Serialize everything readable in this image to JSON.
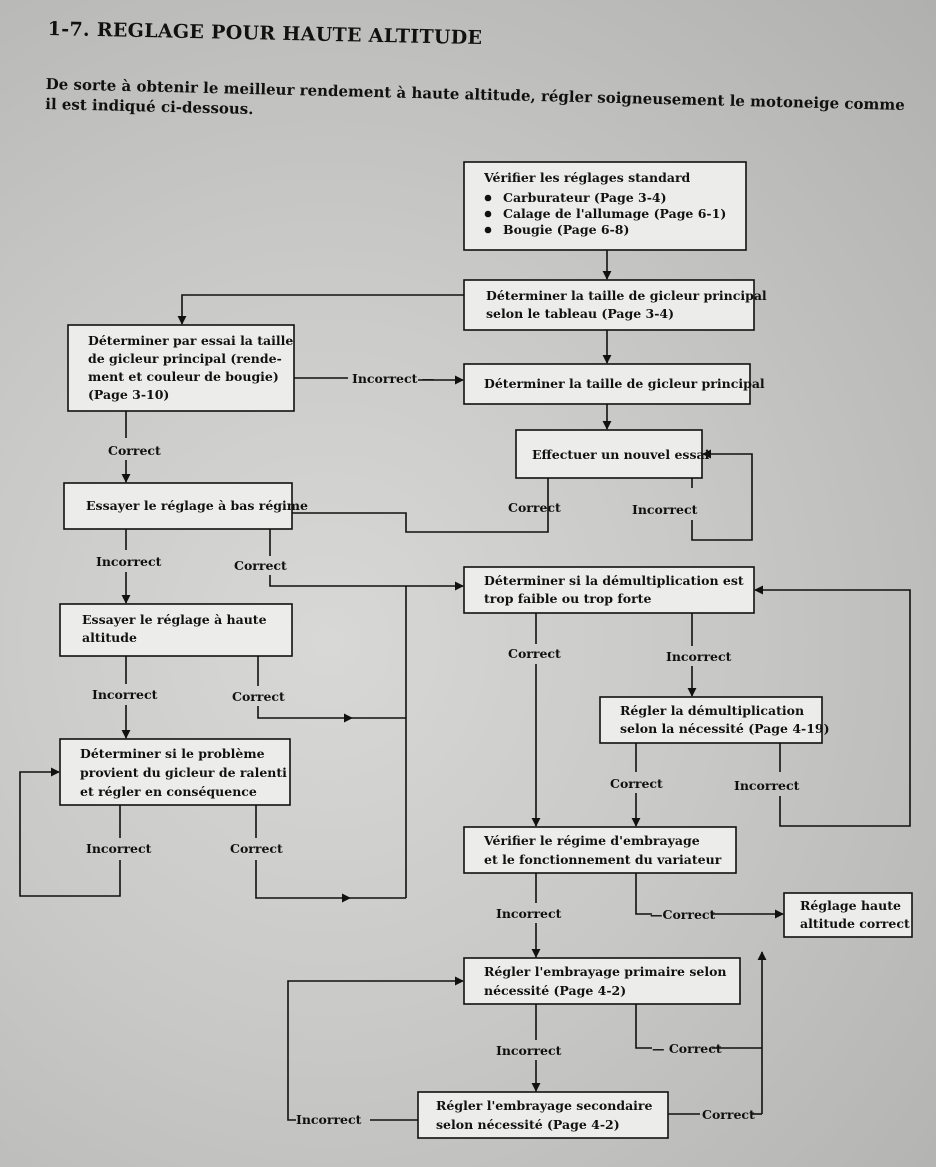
{
  "header": {
    "title": "1-7. REGLAGE POUR HAUTE ALTITUDE",
    "intro": "De sorte à obtenir le meilleur rendement à haute altitude, régler soigneusement le motoneige comme il est indiqué ci-dessous."
  },
  "nodes": {
    "verifier": {
      "heading": "Vérifier les réglages standard",
      "items": [
        "Carburateur (Page 3-4)",
        "Calage de l'allumage (Page 6-1)",
        "Bougie (Page 6-8)"
      ]
    },
    "tableau": [
      "Déterminer la taille de gicleur principal",
      "selon le tableau (Page 3-4)"
    ],
    "essai_taille": [
      "Déterminer par essai la taille",
      "de gicleur principal (rende-",
      "ment et couleur de bougie)",
      "(Page 3-10)"
    ],
    "taille": [
      "Déterminer la taille de gicleur principal"
    ],
    "nouvel_essai": [
      "Effectuer un nouvel essai"
    ],
    "bas_regime": [
      "Essayer le réglage à bas régime"
    ],
    "demultiplication": [
      "Déterminer si la démultiplication est",
      "trop faible ou trop forte"
    ],
    "haute_altitude": [
      "Essayer le réglage à haute",
      "altitude"
    ],
    "regler_demul": [
      "Régler la démultiplication",
      "selon la nécessité (Page 4-19)"
    ],
    "ralenti": [
      "Déterminer si le problème",
      "provient du gicleur de ralenti",
      "et régler en conséquence"
    ],
    "embrayage": [
      "Vérifier le régime d'embrayage",
      "et le fonctionnement du variateur"
    ],
    "correct_final": [
      "Réglage haute",
      "altitude correct"
    ],
    "primaire": [
      "Régler l'embrayage primaire selon",
      "nécessité (Page 4-2)"
    ],
    "secondaire": [
      "Régler l'embrayage secondaire",
      "selon nécessité (Page 4-2)"
    ]
  },
  "labels": {
    "correct": "Correct",
    "incorrect": "Incorrect",
    "incorrect_dash": "Incorrect —",
    "dash_correct": "—Correct",
    "dash_correct2": "— Correct",
    "dash_incorrect": "—Incorrect —",
    "correct_dash": "Correct"
  }
}
